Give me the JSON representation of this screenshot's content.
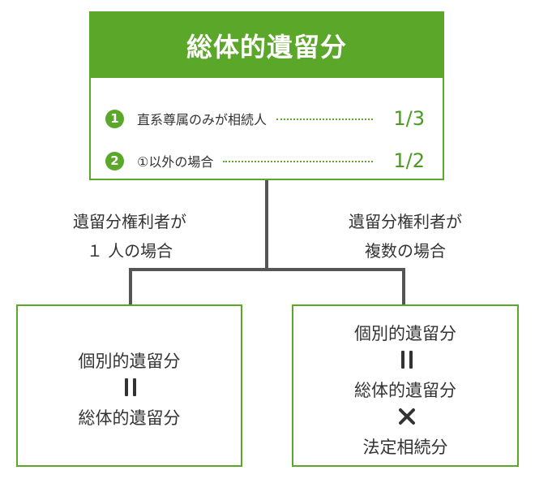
{
  "top": {
    "title": "総体的遺留分",
    "rules": [
      {
        "num": "1",
        "text": "直系尊属のみが相続人",
        "fraction": "1/3"
      },
      {
        "num": "2",
        "text": "①以外の場合",
        "fraction": "1/2"
      }
    ]
  },
  "labels": {
    "single": {
      "line1": "遺留分権利者が",
      "line2": "１ 人の場合"
    },
    "multiple": {
      "line1": "遺留分権利者が",
      "line2": "複数の場合"
    }
  },
  "single_box": {
    "line1": "個別的遺留分",
    "line2": "総体的遺留分"
  },
  "multiple_box": {
    "line1": "個別的遺留分",
    "line2": "総体的遺留分",
    "line3": "法定相続分"
  },
  "colors": {
    "accent": "#5aa72a",
    "text": "#333333",
    "connector": "#555555"
  }
}
